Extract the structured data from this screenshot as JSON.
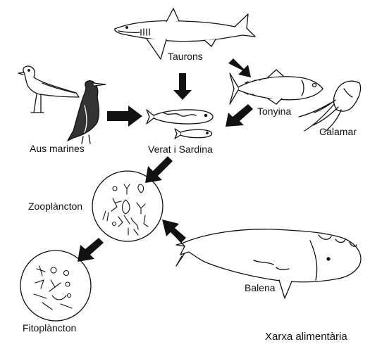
{
  "diagram": {
    "title": "Xarxa alimentària",
    "nodes": {
      "taurons": "Taurons",
      "tonyina": "Tonyina",
      "calamar": "Calamar",
      "aus_marines": "Aus marines",
      "verat_sardina": "Verat i Sardina",
      "zooplancton": "Zooplàncton",
      "fitoplancton": "Fitoplàncton",
      "balena": "Balena"
    },
    "colors": {
      "ink": "#111111",
      "background": "#ffffff"
    }
  }
}
